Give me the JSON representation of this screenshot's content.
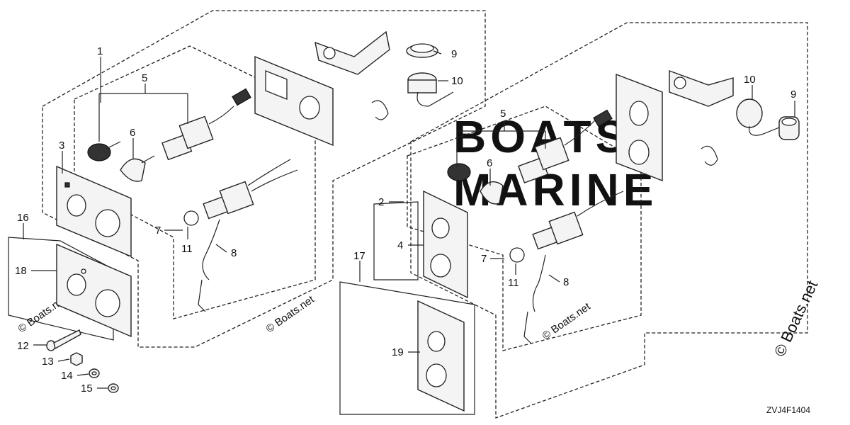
{
  "diagram": {
    "watermark": {
      "line1": "BOATS",
      "line2": "MARINE",
      "small_text": "© Boats.net"
    },
    "brand": "© Boats.net",
    "diagram_code": "ZVJ4F1404",
    "callouts": [
      "1",
      "2",
      "3",
      "4",
      "5",
      "5",
      "6",
      "6",
      "7",
      "7",
      "8",
      "8",
      "9",
      "9",
      "10",
      "10",
      "11",
      "11",
      "12",
      "13",
      "14",
      "15",
      "16",
      "17",
      "18",
      "19"
    ]
  }
}
